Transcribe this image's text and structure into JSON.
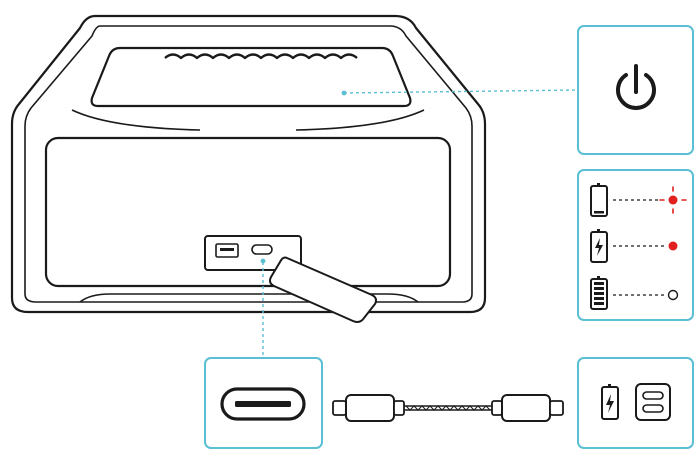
{
  "colors": {
    "accent": "#5bbfd3",
    "line": "#1a1a1a",
    "indicator_red": "#e0201e"
  },
  "callouts": {
    "power": {
      "icon": "power-icon"
    },
    "indicators": [
      {
        "battery": "battery-low-icon",
        "light": "red-flashing"
      },
      {
        "battery": "battery-charging-icon",
        "light": "red-solid"
      },
      {
        "battery": "battery-full-icon",
        "light": "off"
      }
    ],
    "usb_c_port": {
      "icon": "usb-c-port-icon"
    },
    "charging": {
      "icons": [
        "battery-charging-icon",
        "usb-c-plug-icon"
      ]
    }
  }
}
